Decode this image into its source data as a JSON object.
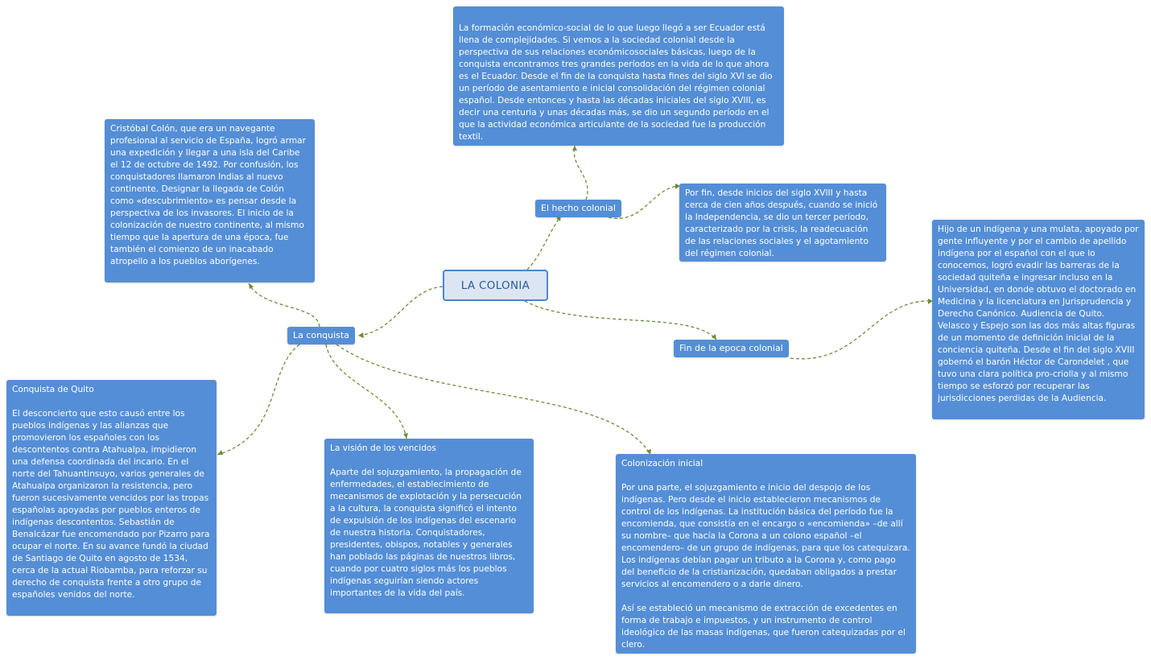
{
  "central": {
    "label": "LA COLONIA"
  },
  "topics": {
    "hecho_colonial": "El hecho colonial",
    "la_conquista": "La conquista",
    "fin_epoca": "Fin de la epoca colonial"
  },
  "notes": {
    "formacion": {
      "body": "La formación económico-social de lo que luego llegó a ser Ecuador está llena de complejidades. Si vemos a la sociedad colonial desde la perspectiva de sus relaciones económicosociales básicas, luego de la conquista encontramos tres grandes períodos en la vida de lo que ahora es el Ecuador. Desde el fin de la conquista hasta fines del siglo XVI se dio un período de asentamiento e inicial consolidación del régimen colonial español. Desde entonces y hasta las décadas iniciales del siglo XVIII, es decir una centuria y unas décadas más, se dio un segundo período en el que la actividad económica articulante de la sociedad fue la producción textil."
    },
    "por_fin": {
      "body": "Por fin, desde inicios del siglo XVIII y hasta cerca de cien años después, cuando se inició la Independencia, se dio un tercer período, caracterizado por la crisis, la readecuación de las relaciones sociales y el agotamiento del régimen colonial."
    },
    "colon": {
      "body": "Cristóbal Colón, que era un navegante profesional al servicio de España, logró armar una expedición y llegar a una isla del Caribe el 12 de octubre de 1492. Por confusión, los conquistadores llamaron Indias al nuevo continente. Designar la llegada de Colón como «descubrimiento» es pensar desde la perspectiva de los invasores. El inicio de la colonización de nuestro continente, al mismo tiempo que la apertura de una época, fue también el comienzo de un inacabado atropello a los pueblos aborígenes."
    },
    "hijo": {
      "body": "Hijo de un indígena y una mulata, apoyado por gente influyente y por el cambio de apellido indígena por el español con el que lo conocemos, logró evadir las barreras de la sociedad quiteña e ingresar incluso en la Universidad, en donde obtuvo el doctorado en Medicina y la licenciatura en Jurisprudencia y Derecho Canónico. Audiencia de Quito. Velasco y Espejo son las dos más altas figuras de un momento de definición inicial de la conciencia quiteña. Desde el fin del siglo XVIII gobernó el barón Héctor de Carondelet , que tuvo una clara política pro-criolla y al mismo tiempo se esforzó por recuperar las jurisdicciones perdidas de la Audiencia."
    },
    "quito": {
      "title": "Conquista de Quito",
      "body": "El desconcierto que esto causó entre los pueblos indígenas y las alianzas que promovieron los españoles con los descontentos contra Atahualpa, impidieron una defensa coordinada del incario. En el norte del Tahuantinsuyo, varios generales de Atahualpa organizaron la resistencia, pero fueron sucesivamente vencidos por las tropas españolas apoyadas por pueblos enteros de indígenas descontentos. Sebastián de Benalcázar fue encomendado por Pizarro para ocupar el norte. En su avance fundó la ciudad de Santiago de Quito en agosto de 1534, cerca de la actual Riobamba, para reforzar su derecho de conquista frente a otro grupo de españoles venidos del norte."
    },
    "vencidos": {
      "title": "La visión de los vencidos",
      "body": "Aparte del sojuzgamiento, la propagación de enfermedades, el establecimiento de mecanismos de explotación y la persecución a la cultura, la conquista significó el intento de expulsión de los indígenas del escenario de nuestra historia. Conquistadores, presidentes, obispos, notables y generales han poblado las páginas de nuestros libros, cuando por cuatro siglos más los pueblos indígenas seguirían siendo actores importantes de la vida del país."
    },
    "colonizacion": {
      "title": "Colonización inicial",
      "body": "Por una parte, el sojuzgamiento e inicio del despojo de los indígenas. Pero desde el inicio establecieron mecanismos de control de los indígenas. La institución básica del período fue la encomienda, que consistía en el encargo o «encomienda» –de allí su nombre– que hacía la Corona a un colono español –el encomendero– de un grupo de indígenas, para que los catequizara. Los indígenas debían pagar un tributo a la Corona y, como pago del beneficio de la cristianización, quedaban obligados a prestar servicios al encomendero o a darle dinero.\n\nAsí se estableció un mecanismo de extracción de excedentes en forma de trabajo e impuestos, y un instrumento de control ideológico de las masas indígenas, que fueron catequizadas por el clero."
    }
  }
}
